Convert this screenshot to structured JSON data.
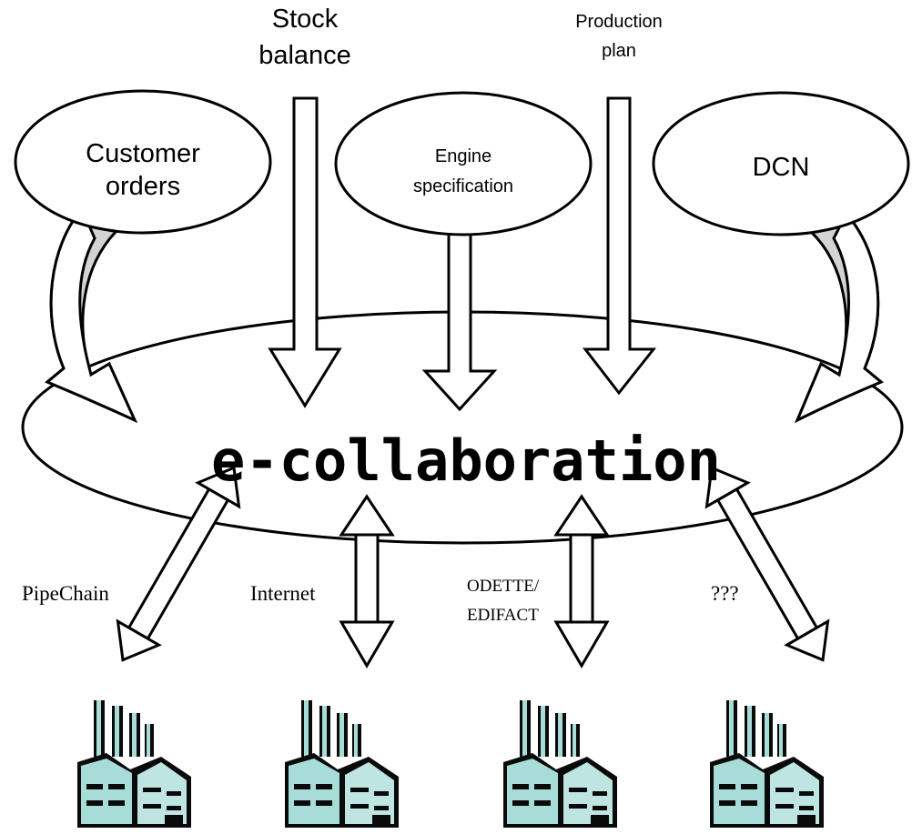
{
  "center": {
    "label": "e-collaboration"
  },
  "inputs": {
    "stock_balance": [
      "Stock",
      "balance"
    ],
    "production_plan": [
      "Production",
      "plan"
    ],
    "customer_orders": [
      "Customer",
      "orders"
    ],
    "engine_specification": [
      "Engine",
      "specification"
    ],
    "dcn": [
      "DCN"
    ]
  },
  "channels": {
    "pipechain": "PipeChain",
    "internet": "Internet",
    "odette_edifact": [
      "ODETTE/",
      "EDIFACT"
    ],
    "unknown": "???"
  },
  "colors": {
    "factory_body": "#a8dcd8",
    "factory_dark": "#0a0a0a",
    "tail_fill": "#d3d3d3",
    "outline": "#000000",
    "background": "#ffffff"
  },
  "icons": {
    "factory": "factory-icon"
  }
}
